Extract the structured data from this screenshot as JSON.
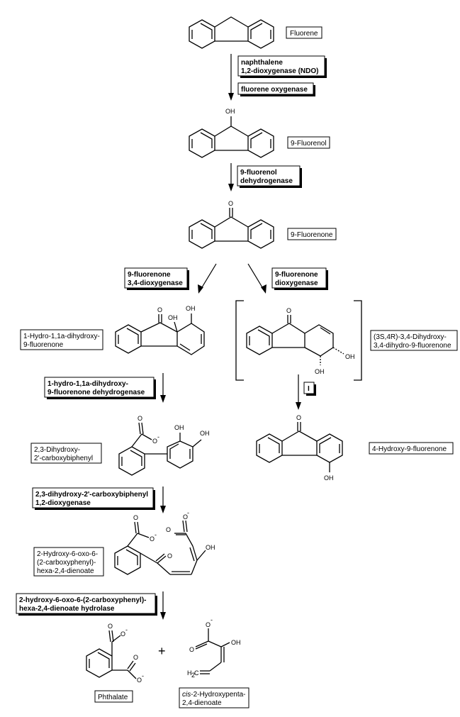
{
  "compounds": {
    "fluorene": "Fluorene",
    "fluorenol": "9-Fluorenol",
    "fluorenone": "9-Fluorenone",
    "hydro_dihydroxy": [
      "1-Hydro-1,1a-dihydroxy-",
      "9-fluorenone"
    ],
    "dihydroxy_dihydro": [
      "(3S,4R)-3,4-Dihydroxy-",
      "3,4-dihydro-9-fluorenone"
    ],
    "hydroxy_fluorenone": "4-Hydroxy-9-fluorenone",
    "carboxybiphenyl": [
      "2,3-Dihydroxy-",
      "2'-carboxybiphenyl"
    ],
    "hexadienoate": [
      "2-Hydroxy-6-oxo-6-",
      "(2-carboxyphenyl)-",
      "hexa-2,4-dienoate"
    ],
    "phthalate": "Phthalate",
    "pentadienoate_prefix": "cis",
    "pentadienoate": [
      "-2-Hydroxypenta-",
      "2,4-dienoate"
    ]
  },
  "enzymes": {
    "ndo": [
      "naphthalene",
      "1,2-dioxygenase (NDO)"
    ],
    "fluorene_oxygenase": "fluorene oxygenase",
    "fluorenol_dh": [
      "9-fluorenol",
      "dehydrogenase"
    ],
    "fluorenone_34": [
      "9-fluorenone",
      "3,4-dioxygenase"
    ],
    "fluorenone_dioxy": [
      "9-fluorenone",
      "dioxygenase"
    ],
    "hydro_dh": [
      "1-hydro-1,1a-dihydroxy-",
      "9-fluorenone dehydrogenase"
    ],
    "spont": "I",
    "biphenyl_dioxy": [
      "2,3-dihydroxy-2'-carboxybiphenyl",
      "1,2-dioxygenase"
    ],
    "hydrolase": [
      "2-hydroxy-6-oxo-6-(2-carboxyphenyl)-",
      "hexa-2,4-dienoate hydrolase"
    ]
  },
  "atoms": {
    "oh": "OH",
    "o": "O",
    "o_minus": "O",
    "minus": "-",
    "h2c": "H",
    "two": "2",
    "c": "C"
  },
  "plus": "+"
}
